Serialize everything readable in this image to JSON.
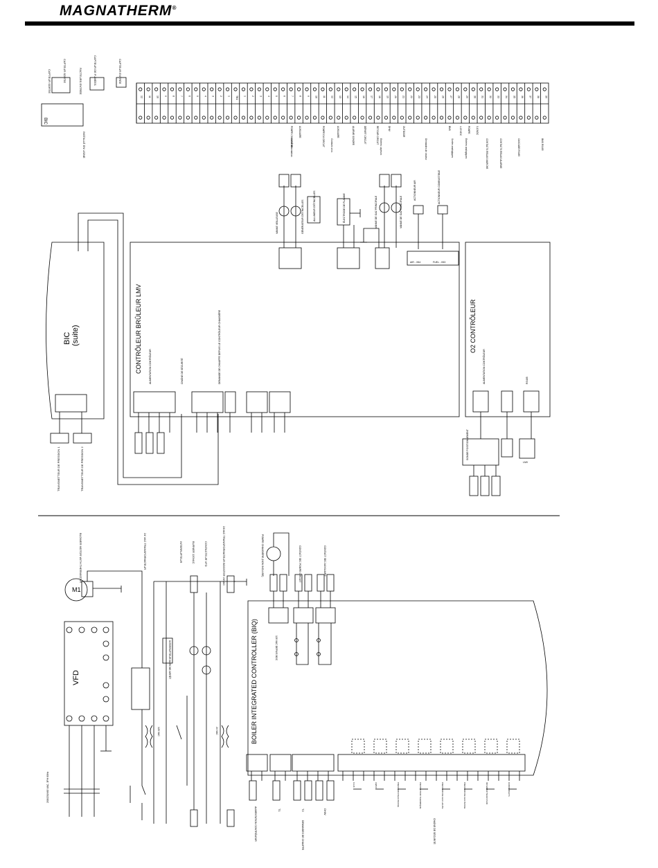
{
  "brand": {
    "name": "MAGNATHERM",
    "mark": "®"
  },
  "top": {
    "bic_label": "BIC",
    "sensors": [
      "CAPTEUR SORTIE",
      "CAPTEUR DE FUMÉES",
      "CAPTEUR ENTRÉE"
    ],
    "sensor_plugs": [
      "CAPTEUR SORTIE",
      "FACTEURS ENTRÉE"
    ],
    "install_label": "INSTALLÉ EN USINE",
    "strip_upper": [
      "12",
      "11",
      "10",
      "9",
      "8",
      "7",
      "6",
      "5",
      "4",
      "3",
      "2",
      "1",
      "TB1",
      "1",
      "2",
      "3",
      "4",
      "5",
      "6",
      "7",
      "8",
      "9",
      "10",
      "11",
      "12",
      "13",
      "14",
      "15",
      "16",
      "17",
      "18",
      "19",
      "20",
      "21",
      "22",
      "23",
      "24",
      "25",
      "26",
      "27",
      "28",
      "29",
      "30",
      "31",
      "32",
      "33",
      "34",
      "35",
      "36",
      "37",
      "38",
      "39"
    ],
    "strip_labels": [
      "POMPE CHAUDIÈRE",
      "AUXILIAIRE",
      "POMPE DU CIRCUIT",
      "AUXILIAIRE",
      "ALARME SONORE",
      "DÉPART CIRCUIT",
      "RETOUR CIRCUIT",
      "DHW",
      "OUTDOOR",
      "BMS",
      "4-20 VDC",
      "POMPE",
      "0-10VDC"
    ],
    "strip_groups": [
      "Sortie alimentation",
      "Contacts secs",
      "Entrées capteurs",
      "Demandes de chaleur",
      "Sorties analogiques",
      "Entrées analogiques",
      "CONTACTS RELAIS MARCHE",
      "CONTACTS RELAIS ALARME",
      "CASCADE RS485",
      "BMS RS485"
    ]
  },
  "lmv": {
    "title": "CONTRÔLEUR BRÛLEUR LMV",
    "group_labels": [
      "ALIMENTATION CONTRÔLEUR",
      "CHAÎNE DE SÉCURITÉ",
      "DEMANDE DE CHAUFFE DEPUIS LE CONTRÔLEUR CHAUDIÈRE"
    ],
    "valve_labels": [
      "VANNE VEILLEUSE",
      "GÉNÉRATEUR D'ÉTINCELLES",
      "ALLUMEUR D'ÉTINCELLES",
      "ÉLECTRODE DE FLAMME",
      "VANNE DE GAZ PRINCIPALE",
      "VANNE DE GAZ PRINCIPALE"
    ],
    "actuator_labels": [
      "ACTIONNEUR AIR",
      "ACTIONNEUR COMBUSTIBLE"
    ],
    "actuator_plugs": [
      "AIR - X54",
      "FUEL - X53"
    ]
  },
  "bic_suite": {
    "title": "BIC",
    "subtitle": "(suite)"
  },
  "transmitters": [
    "TRANSMETTEUR DE PRESSION 1",
    "TRANSMETTEUR DE PRESSION 2"
  ],
  "o2": {
    "title": "O2 CONTRÔLEUR",
    "label_supply": "ALIMENTATION CONTRÔLEUR",
    "label_bus": "RS485",
    "sensor_box": "SONDE POSITIONNEMENT",
    "bus_box": "LMV"
  },
  "vfd": {
    "motor": "M1",
    "blower_label": "BLOWER MOTOR WITH THERMISTOR",
    "vfd_label": "VFD",
    "transformer_24": "24 VAC TRANSFORMATEUR",
    "interrupter": "INTERRUPTEUR",
    "burner_label": "BURNER 120VAC",
    "contactor": "CONTACTEUR VFD",
    "transformer_pump": "24VAC TRANSFORMATEUR BOOSTER 24VAC",
    "switch": "INTERRUPTEUR MARCHE ARRÊT",
    "voltage_120": "120 VAC",
    "voltage_24": "24 VAC",
    "supply": "208/230/460 VAC, 3PH 60Hz"
  },
  "biq": {
    "title": "BOILER INTEGRATED CONTROLLER (BIQ)",
    "top_labels": [
      "POMPE CHAUDIÈRE (NON INCLUSE)",
      "CONTACT SEC POMPE CIRCUIT",
      "CONTACT SEC AUXILIAIRE"
    ],
    "top_supply": "120 VAC DEPUIS BOC",
    "bottom_groups": [
      "ALIMENTATION CONTRÔLEUR",
      "DEMANDES DE CHAUFFE",
      "CHAÎNE DE SÉCURITÉ"
    ],
    "bottom_devices": [
      "FLUX",
      "LWCO",
      "PRESSION D'EAU BASSE",
      "PROTECTION THERMIQUE",
      "PRESSION DE GAZ HAUTE",
      "PRESSION DE GAZ BASSE",
      "INTERRUPTEUR D'AIR",
      "CONDENSATS"
    ],
    "bottom_badges": [
      "T1",
      "T2",
      "DHW"
    ]
  }
}
